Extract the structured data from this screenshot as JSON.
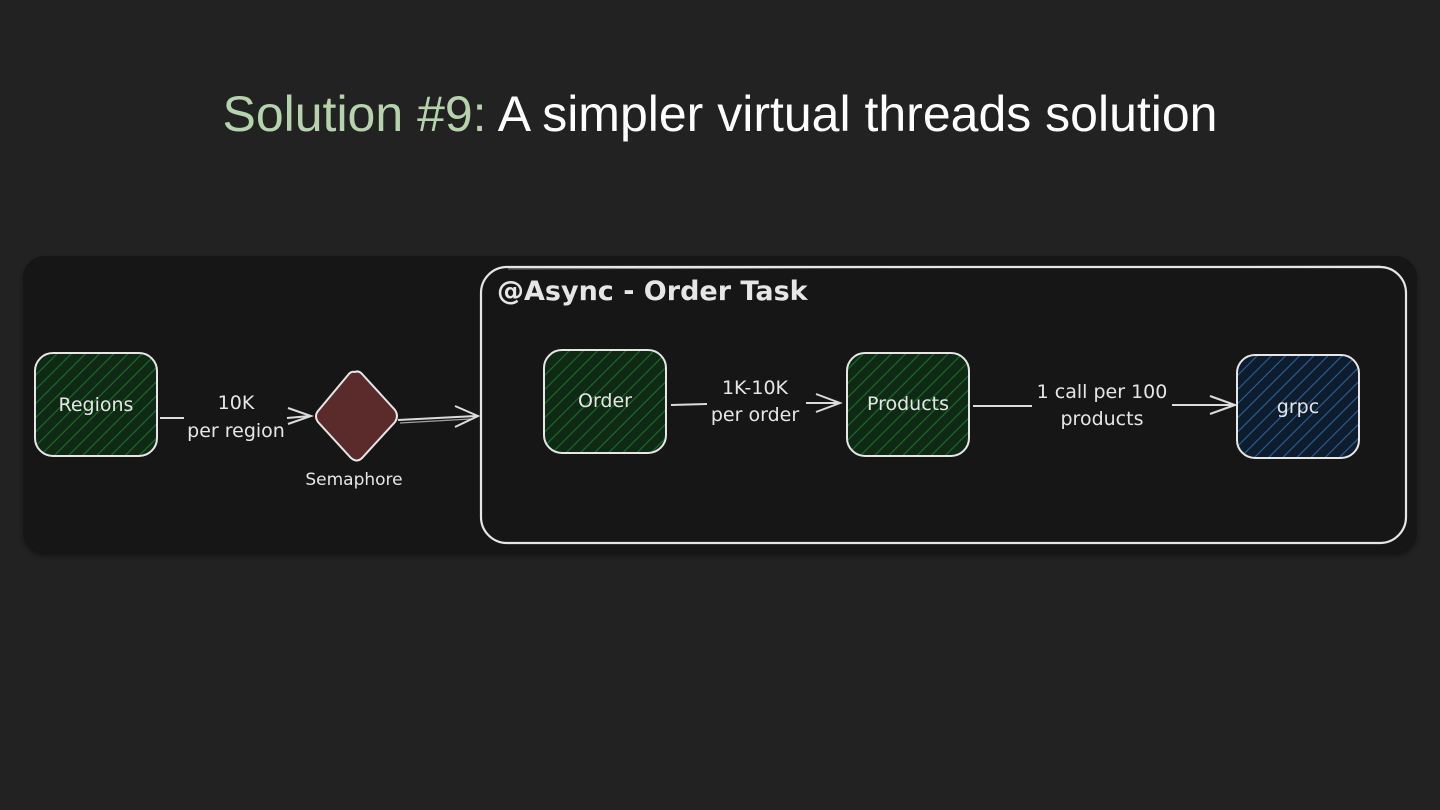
{
  "title": {
    "accent": "Solution #9:",
    "rest": " A simpler virtual threads solution"
  },
  "diagram": {
    "group_label": "@Async - Order Task",
    "nodes": {
      "regions": "Regions",
      "semaphore": "Semaphore",
      "order": "Order",
      "products": "Products",
      "grpc": "grpc"
    },
    "edges": {
      "regions_to_semaphore": [
        "10K",
        "per region"
      ],
      "order_to_products": [
        "1K-10K",
        "per order"
      ],
      "products_to_grpc": [
        "1 call per 100",
        "products"
      ]
    },
    "colors": {
      "title_accent": "#b5d3ad",
      "panel": "#121212",
      "node_fill_green": "#0f2a14",
      "hatch_green": "#1f6b2c",
      "node_fill_blue": "#0e1d2e",
      "hatch_blue": "#2d5f95",
      "semaphore_fill": "#5b2b2b",
      "stroke": "#e6e6e6"
    }
  }
}
